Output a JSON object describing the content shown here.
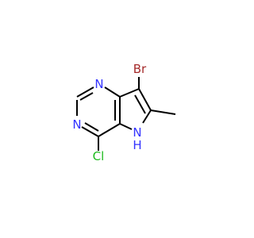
{
  "molecule": {
    "atoms": {
      "br": "Br",
      "n_top": "N",
      "n_left": "N",
      "nh": "N",
      "h": "H",
      "cl": "Cl"
    },
    "colors": {
      "bond": "#000000",
      "nitrogen": "#3333ff",
      "bromine": "#a52a2a",
      "chlorine": "#1fbb1f"
    }
  }
}
